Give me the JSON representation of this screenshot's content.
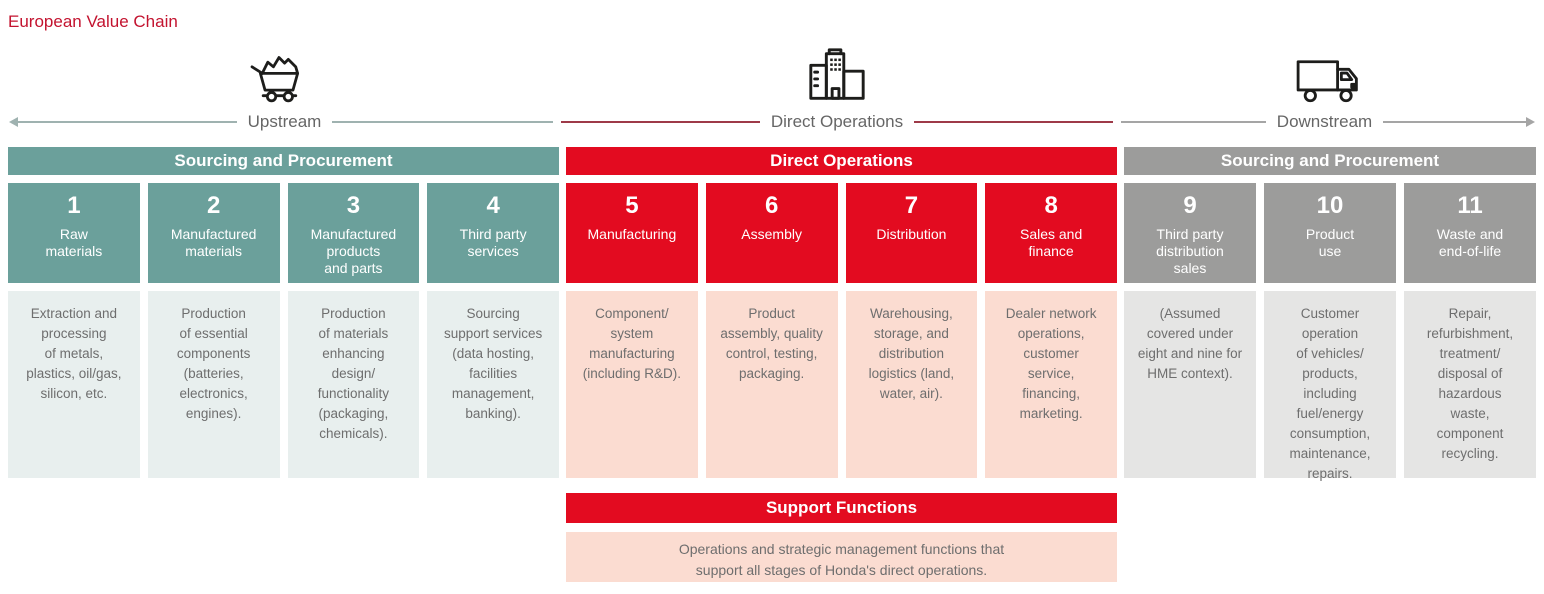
{
  "title": "European Value Chain",
  "colors": {
    "brand_red": "#e30b20",
    "teal": "#6ba09b",
    "gray": "#9c9c9b",
    "tint_teal": "#e8efee",
    "tint_red": "#fbdcd1",
    "tint_gray": "#e5e5e4",
    "title_red": "#c3132f",
    "line_upstream": "#9fb2b0",
    "line_direct": "#9e3a48",
    "line_downstream": "#a5a5a5",
    "text_gray": "#6e6e6e",
    "icon_black": "#1d1d1b"
  },
  "flow": {
    "sections": [
      {
        "label": "Upstream",
        "icon": "mine-cart-icon"
      },
      {
        "label": "Direct Operations",
        "icon": "factory-icon"
      },
      {
        "label": "Downstream",
        "icon": "truck-icon"
      }
    ]
  },
  "groups": [
    {
      "header": "Sourcing and Procurement",
      "theme": "teal",
      "columns": [
        {
          "number": "1",
          "title": "Raw\nmaterials",
          "description": "Extraction and\nprocessing\nof metals,\nplastics, oil/gas,\nsilicon, etc."
        },
        {
          "number": "2",
          "title": "Manufactured\nmaterials",
          "description": "Production\nof essential\ncomponents\n(batteries,\nelectronics,\nengines)."
        },
        {
          "number": "3",
          "title": "Manufactured\nproducts\nand parts",
          "description": "Production\nof materials\nenhancing\ndesign/\nfunctionality\n(packaging,\nchemicals)."
        },
        {
          "number": "4",
          "title": "Third party\nservices",
          "description": "Sourcing\nsupport services\n(data hosting,\nfacilities\nmanagement,\nbanking)."
        }
      ]
    },
    {
      "header": "Direct Operations",
      "theme": "red",
      "columns": [
        {
          "number": "5",
          "title": "Manufacturing",
          "description": "Component/\nsystem\nmanufacturing\n(including R&D)."
        },
        {
          "number": "6",
          "title": "Assembly",
          "description": "Product\nassembly, quality\ncontrol, testing,\npackaging."
        },
        {
          "number": "7",
          "title": "Distribution",
          "description": "Warehousing,\nstorage, and\ndistribution\nlogistics (land,\nwater, air)."
        },
        {
          "number": "8",
          "title": "Sales and\nfinance",
          "description": "Dealer network\noperations,\ncustomer\nservice,\nfinancing,\nmarketing."
        }
      ]
    },
    {
      "header": "Sourcing and Procurement",
      "theme": "gray",
      "columns": [
        {
          "number": "9",
          "title": "Third party\ndistribution\nsales",
          "description": "(Assumed\ncovered under\neight and nine for\nHME context)."
        },
        {
          "number": "10",
          "title": "Product\nuse",
          "description": "Customer\noperation\nof vehicles/\nproducts,\nincluding\nfuel/energy\nconsumption,\nmaintenance,\nrepairs."
        },
        {
          "number": "11",
          "title": "Waste and\nend-of-life",
          "description": "Repair,\nrefurbishment,\ntreatment/\ndisposal of\nhazardous\nwaste,\ncomponent\nrecycling."
        }
      ]
    }
  ],
  "support": {
    "header": "Support Functions",
    "description": "Operations and strategic management functions that\nsupport all stages of Honda's direct operations."
  }
}
